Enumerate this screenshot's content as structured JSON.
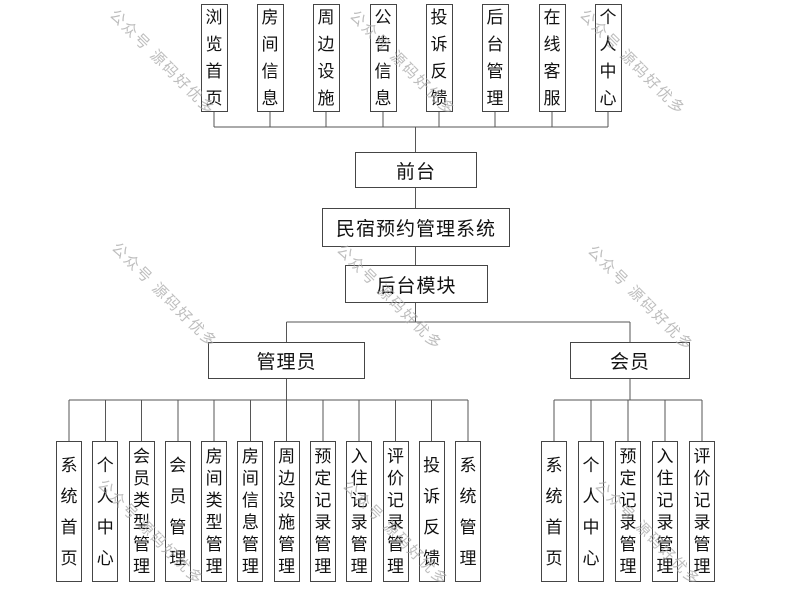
{
  "diagram": {
    "root_label": "民宿预约管理系统",
    "front": {
      "label": "前台",
      "modules": [
        "浏览首页",
        "房间信息",
        "周边设施",
        "公告信息",
        "投诉反馈",
        "后台管理",
        "在线客服",
        "个人中心"
      ]
    },
    "back": {
      "label": "后台模块",
      "roles": [
        {
          "label": "管理员",
          "children": [
            "系统首页",
            "个人中心",
            "会员类型管理",
            "会员管理",
            "房间类型管理",
            "房间信息管理",
            "周边设施管理",
            "预定记录管理",
            "入住记录管理",
            "评价记录管理",
            "投诉反馈",
            "系统管理"
          ]
        },
        {
          "label": "会员",
          "children": [
            "系统首页",
            "个人中心",
            "预定记录管理",
            "入住记录管理",
            "评价记录管理"
          ]
        }
      ]
    },
    "watermark": {
      "text": "公众号 源码好优多",
      "color": "#a5a5a5"
    },
    "colors": {
      "background": "#ffffff",
      "border": "#454545",
      "line": "#565656",
      "text": "#111111"
    }
  }
}
